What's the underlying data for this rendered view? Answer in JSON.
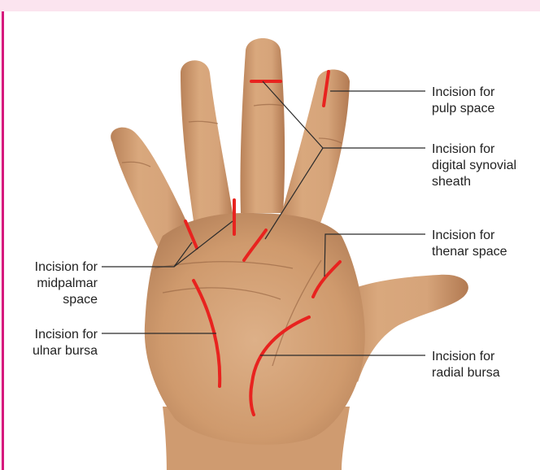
{
  "figure": {
    "labels": {
      "pulp_space": "Incision for\npulp space",
      "digital_synovial_sheath": "Incision for\ndigital synovial\nsheath",
      "thenar_space": "Incision for\nthenar space",
      "midpalmar_space": "Incision for\nmidpalmar\nspace",
      "ulnar_bursa": "Incision for\nulnar bursa",
      "radial_bursa": "Incision for\nradial bursa"
    },
    "colors": {
      "incision": "#e8231f",
      "skin": "#d7a377",
      "skin_shadow": "#b9835b",
      "crease": "#9c6a47",
      "leader": "#2b2b2b",
      "accent_rule": "#d6197d"
    }
  }
}
